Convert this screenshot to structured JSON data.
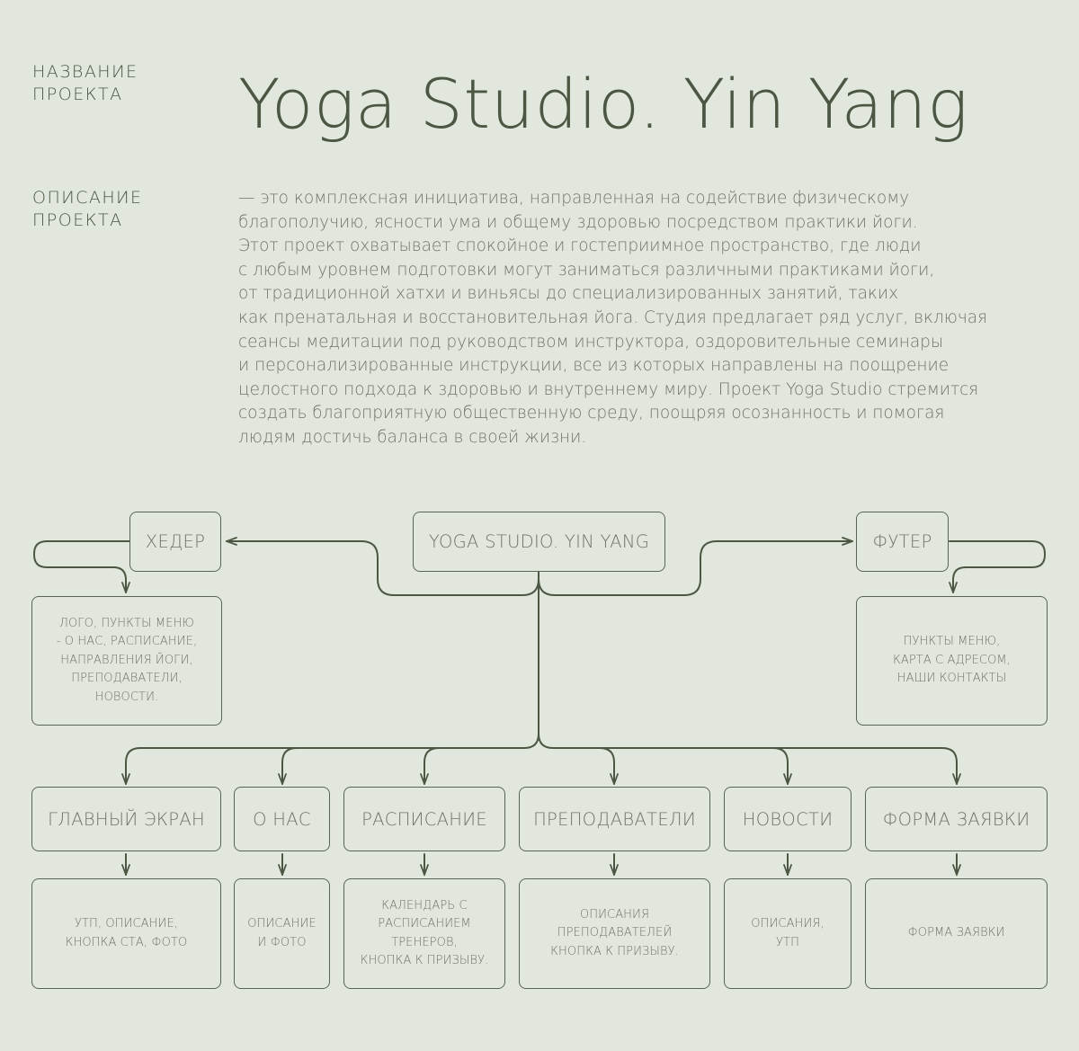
{
  "labels": {
    "name": [
      "Название",
      "проекта"
    ],
    "description": [
      "Описание",
      "проекта"
    ]
  },
  "title": "Yoga Studio. Yin Yang",
  "description_lines": [
    "— это комплексная инициатива, направленная на содействие физическому",
    "благополучию, ясности ума и общему здоровью посредством практики йоги.",
    "Этот проект охватывает спокойное и гостеприимное пространство, где люди",
    "с любым уровнем подготовки могут заниматься различными практиками йоги,",
    "от традиционной хатхи и виньясы до специализированных занятий, таких",
    "как пренатальная и восстановительная йога. Студия предлагает ряд услуг, включая",
    "сеансы медитации под руководством инструктора, оздоровительные семинары",
    "и персонализированные инструкции, все из которых направлены на поощрение",
    "целостного подхода к здоровью и внутреннему миру. Проект Yoga Studio стремится",
    "создать благоприятную общественную среду, поощряя осознанность и помогая",
    "людям достичь баланса в своей жизни."
  ],
  "diagram": {
    "root": "Yoga Studio. Yin Yang",
    "header": {
      "title": "Хедер",
      "desc": [
        "Лого, пункты меню",
        "- о нас, расписание,",
        "направления йоги,",
        "преподаватели,",
        "новости."
      ]
    },
    "footer": {
      "title": "Футер",
      "desc": [
        "Пункты меню,",
        "карта с адресом,",
        "наши контакты"
      ]
    },
    "sections": [
      {
        "title": "Главный экран",
        "desc": [
          "УТП, описание,",
          "кнопка СТА, фото"
        ]
      },
      {
        "title": "О нас",
        "desc": [
          "Описание",
          "и фото"
        ]
      },
      {
        "title": "Расписание",
        "desc": [
          "Календарь с",
          "расписанием",
          "тренеров,",
          "кнопка к призыву."
        ]
      },
      {
        "title": "Преподаватели",
        "desc": [
          "Описания",
          "преподавателей",
          "кнопка к призыву."
        ]
      },
      {
        "title": "Новости",
        "desc": [
          "Описания,",
          "УТП"
        ]
      },
      {
        "title": "Форма заявки",
        "desc": [
          "Форма заявки"
        ]
      }
    ]
  },
  "colors": {
    "background": "#e2e7de",
    "line": "#4b5743",
    "text": "#6f736b"
  }
}
